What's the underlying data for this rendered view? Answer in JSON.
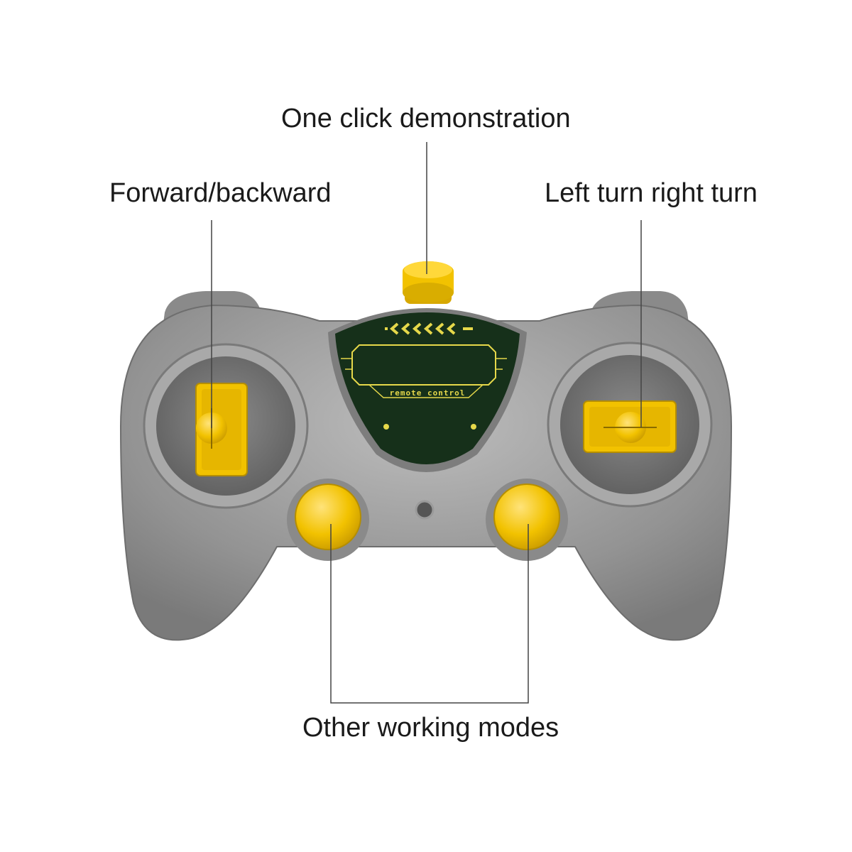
{
  "labels": {
    "demo": "One click demonstration",
    "forward_backward": "Forward/backward",
    "turn": "Left turn right turn",
    "modes": "Other working modes"
  },
  "screen": {
    "text": "remote control"
  },
  "colors": {
    "body": "#9a9a9a",
    "body_dark": "#6e6e6e",
    "body_light": "#c4c4c4",
    "accent": "#f2c200",
    "screen": "#16301a",
    "screen_text": "#e6d84a",
    "line": "#444444"
  }
}
